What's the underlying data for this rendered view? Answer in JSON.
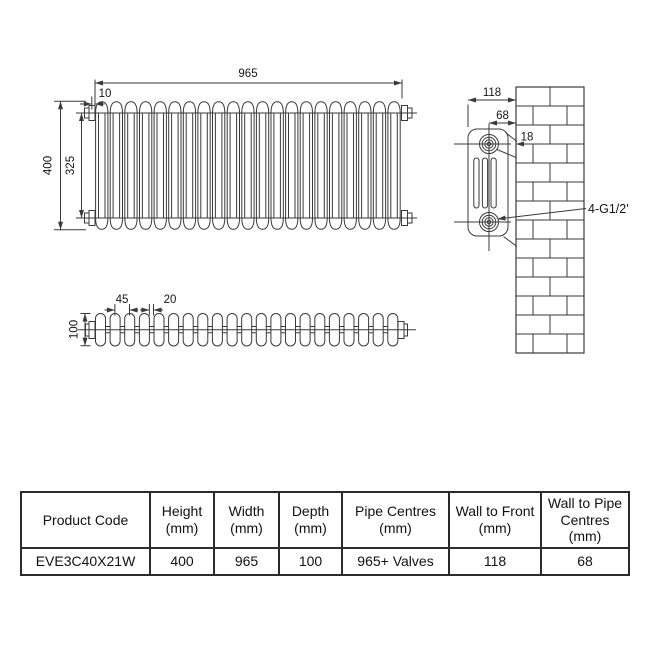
{
  "drawing": {
    "front_view": {
      "width_mm": "965",
      "end_offset_mm": "10",
      "height_mm": "400",
      "pipe_centres_mm": "325"
    },
    "plan_view": {
      "section_pitch_mm": "45",
      "neck_mm": "20",
      "depth_mm": "100"
    },
    "side_view": {
      "wall_to_front_mm": "118",
      "wall_to_pipe_mm": "68",
      "back_gap_mm": "18",
      "connections_label": "4-G1/2'"
    }
  },
  "table": {
    "headers": [
      "Product Code",
      "Height (mm)",
      "Width (mm)",
      "Depth (mm)",
      "Pipe Centres (mm)",
      "Wall to Front (mm)",
      "Wall to Pipe Centres (mm)"
    ],
    "rows": [
      [
        "EVE3C40X21W",
        "400",
        "965",
        "100",
        "965+ Valves",
        "118",
        "68"
      ]
    ]
  },
  "colors": {
    "line": "#3a3a3a",
    "text": "#151515",
    "table_border": "#2b2b2b",
    "background": "#ffffff"
  }
}
